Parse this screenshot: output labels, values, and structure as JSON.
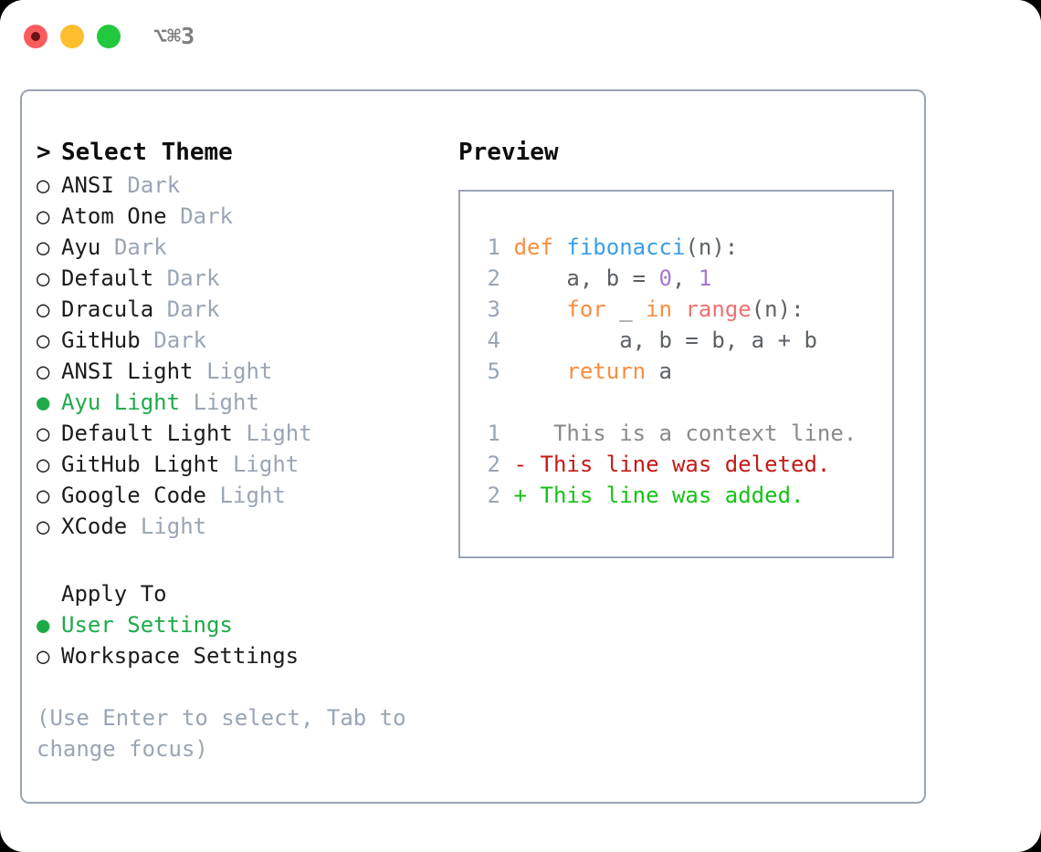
{
  "titlebar": {
    "shortcut": "⌥⌘3",
    "buttons": {
      "close": "close-window",
      "minimize": "minimize-window",
      "maximize": "maximize-window"
    }
  },
  "theme_picker": {
    "heading_marker": ">",
    "heading": "Select Theme",
    "marker_selected": "●",
    "marker_unselected": "○",
    "items": [
      {
        "label": "ANSI",
        "suffix": "Dark",
        "selected": false
      },
      {
        "label": "Atom One",
        "suffix": "Dark",
        "selected": false
      },
      {
        "label": "Ayu",
        "suffix": "Dark",
        "selected": false
      },
      {
        "label": "Default",
        "suffix": "Dark",
        "selected": false
      },
      {
        "label": "Dracula",
        "suffix": "Dark",
        "selected": false
      },
      {
        "label": "GitHub",
        "suffix": "Dark",
        "selected": false
      },
      {
        "label": "ANSI Light",
        "suffix": "Light",
        "selected": false
      },
      {
        "label": "Ayu Light",
        "suffix": "Light",
        "selected": true
      },
      {
        "label": "Default Light",
        "suffix": "Light",
        "selected": false
      },
      {
        "label": "GitHub Light",
        "suffix": "Light",
        "selected": false
      },
      {
        "label": "Google Code",
        "suffix": "Light",
        "selected": false
      },
      {
        "label": "XCode",
        "suffix": "Light",
        "selected": false
      }
    ]
  },
  "apply_to": {
    "heading": "Apply To",
    "items": [
      {
        "label": "User Settings",
        "selected": true
      },
      {
        "label": "Workspace Settings",
        "selected": false
      }
    ]
  },
  "hint": "(Use Enter to select, Tab to change focus)",
  "preview": {
    "heading": "Preview",
    "code_lines": [
      {
        "no": "1",
        "tokens": [
          {
            "t": "def",
            "c": "kw"
          },
          {
            "t": " ",
            "c": "punct"
          },
          {
            "t": "fibonacci",
            "c": "fn"
          },
          {
            "t": "(n):",
            "c": "punct"
          }
        ]
      },
      {
        "no": "2",
        "tokens": [
          {
            "t": "    a, b = ",
            "c": "id"
          },
          {
            "t": "0",
            "c": "num"
          },
          {
            "t": ", ",
            "c": "id"
          },
          {
            "t": "1",
            "c": "num"
          }
        ]
      },
      {
        "no": "3",
        "tokens": [
          {
            "t": "    ",
            "c": "id"
          },
          {
            "t": "for",
            "c": "kw"
          },
          {
            "t": " _ ",
            "c": "id"
          },
          {
            "t": "in",
            "c": "kw"
          },
          {
            "t": " ",
            "c": "id"
          },
          {
            "t": "range",
            "c": "builtin"
          },
          {
            "t": "(n):",
            "c": "punct"
          }
        ]
      },
      {
        "no": "4",
        "tokens": [
          {
            "t": "        a, b = b, a + b",
            "c": "id"
          }
        ]
      },
      {
        "no": "5",
        "tokens": [
          {
            "t": "    ",
            "c": "id"
          },
          {
            "t": "return",
            "c": "kw"
          },
          {
            "t": " a",
            "c": "id"
          }
        ]
      }
    ],
    "diff_lines": [
      {
        "no": "1",
        "sign": " ",
        "text": "  This is a context line.",
        "kind": "ctx"
      },
      {
        "no": "2",
        "sign": "-",
        "text": " This line was deleted.",
        "kind": "del"
      },
      {
        "no": "2",
        "sign": "+",
        "text": " This line was added.",
        "kind": "add"
      }
    ]
  },
  "colors": {
    "accent_green": "#1faa4a",
    "muted": "#9aa5b4",
    "border": "#9aa4b2",
    "keyword": "#fa8d3e",
    "function": "#399ee6",
    "number": "#a37acc",
    "builtin": "#f07171",
    "diff_delete": "#c41a16",
    "diff_add": "#17c117",
    "traffic_close": "#fb5c5c",
    "traffic_min": "#fdbe2e",
    "traffic_max": "#22c83e"
  }
}
